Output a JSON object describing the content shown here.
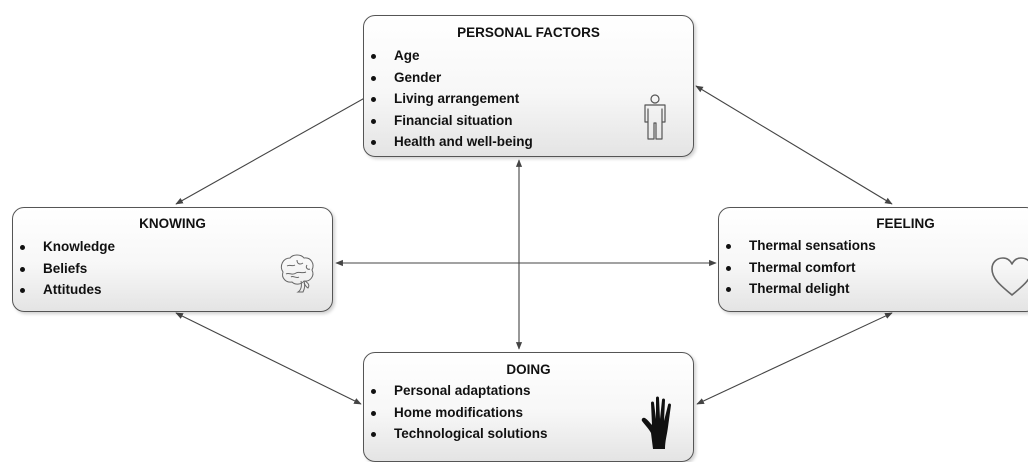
{
  "diagram": {
    "personal": {
      "title": "PERSONAL FACTORS",
      "items": [
        "Age",
        "Gender",
        "Living arrangement",
        "Financial situation",
        "Health and well-being"
      ],
      "icon": "person-icon"
    },
    "knowing": {
      "title": "KNOWING",
      "items": [
        "Knowledge",
        "Beliefs",
        "Attitudes"
      ],
      "icon": "brain-icon"
    },
    "feeling": {
      "title": "FEELING",
      "items": [
        "Thermal sensations",
        "Thermal comfort",
        "Thermal delight"
      ],
      "icon": "heart-icon"
    },
    "doing": {
      "title": "DOING",
      "items": [
        "Personal adaptations",
        "Home modifications",
        "Technological solutions"
      ],
      "icon": "hand-icon"
    },
    "connections": [
      {
        "from": "personal",
        "to": "knowing",
        "style": "double-arrow"
      },
      {
        "from": "personal",
        "to": "feeling",
        "style": "double-arrow"
      },
      {
        "from": "personal",
        "to": "doing",
        "style": "double-arrow"
      },
      {
        "from": "knowing",
        "to": "feeling",
        "style": "double-arrow"
      },
      {
        "from": "knowing",
        "to": "doing",
        "style": "double-arrow"
      },
      {
        "from": "feeling",
        "to": "doing",
        "style": "double-arrow"
      }
    ],
    "colors": {
      "line": "#444444",
      "text": "#111111",
      "box_border": "#555555"
    }
  }
}
